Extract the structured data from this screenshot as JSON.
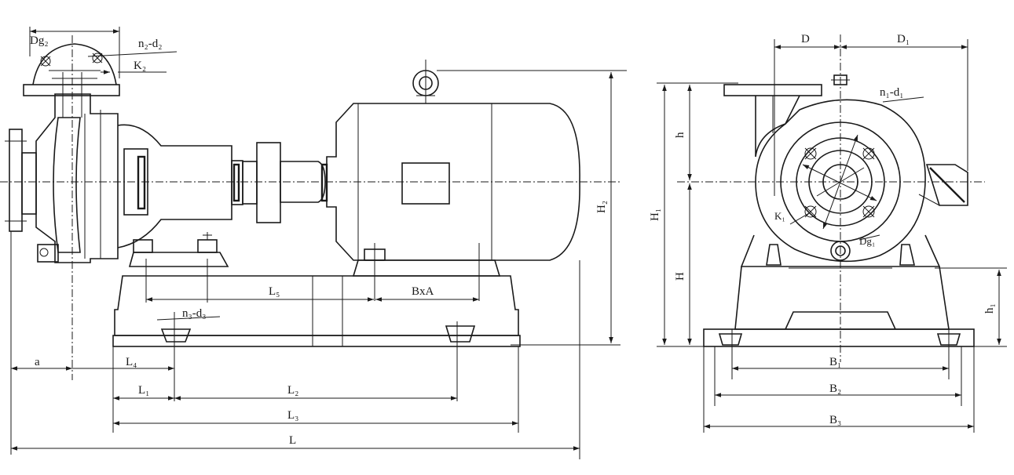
{
  "labels": {
    "dg2": "Dg₂",
    "n2d2": "n₂-d₂",
    "k2": "K₂",
    "h2": "H₂",
    "l5": "L₅",
    "bxa": "BxA",
    "n3d3": "n₃-d₃",
    "a": "a",
    "l4": "L₄",
    "l1": "L₁",
    "l2": "L₂",
    "l3": "L₃",
    "l": "L",
    "d": "D",
    "d1": "D₁",
    "n1d1": "n₁-d₁",
    "h_small": "h",
    "h1_big": "H₁",
    "h_big": "H",
    "k1": "K₁",
    "dg1": "Dg₁",
    "h1_small": "h₁",
    "b1": "B₁",
    "b2": "B₂",
    "b3": "B₃"
  },
  "colors": {
    "line": "#1a1a1a",
    "background": "#ffffff"
  }
}
